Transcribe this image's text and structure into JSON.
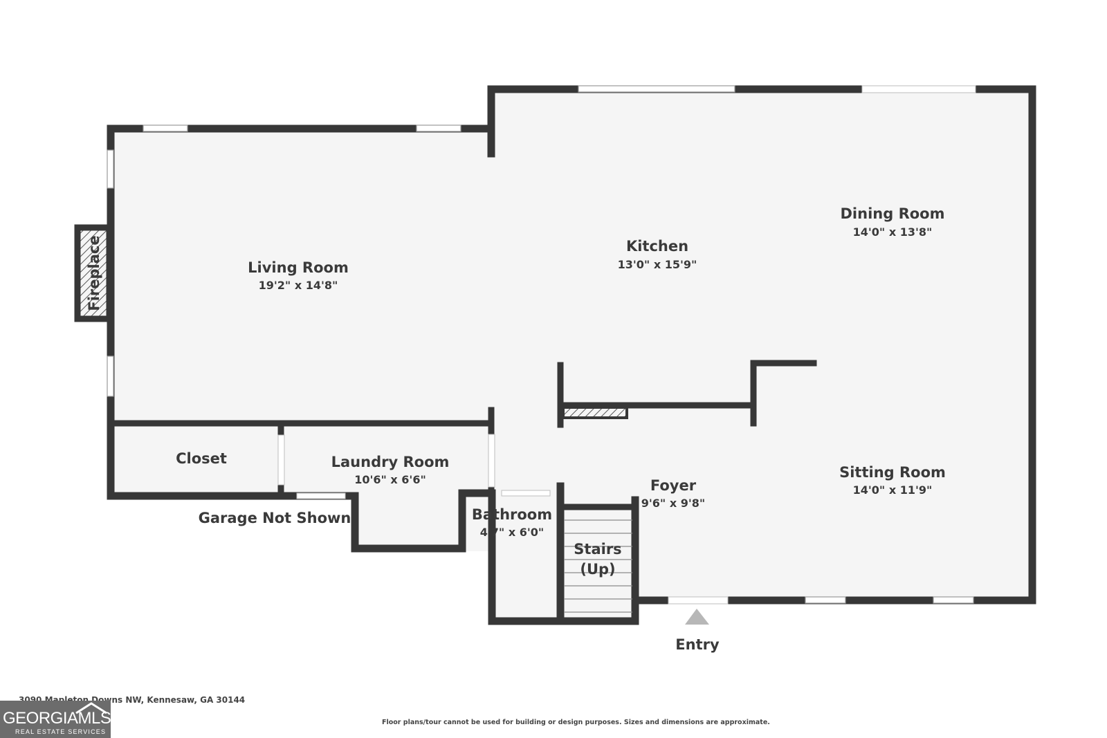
{
  "rooms": {
    "living_room": {
      "name": "Living Room",
      "dims": "19'2\" x 14'8\""
    },
    "kitchen": {
      "name": "Kitchen",
      "dims": "13'0\" x 15'9\""
    },
    "dining_room": {
      "name": "Dining Room",
      "dims": "14'0\" x 13'8\""
    },
    "closet": {
      "name": "Closet"
    },
    "laundry_room": {
      "name": "Laundry Room",
      "dims": "10'6\" x 6'6\""
    },
    "foyer": {
      "name": "Foyer",
      "dims": "9'6\" x 9'8\""
    },
    "sitting_room": {
      "name": "Sitting Room",
      "dims": "14'0\" x 11'9\""
    },
    "bathroom": {
      "name": "Bathroom",
      "dims": "4'7\" x 6'0\""
    },
    "stairs": {
      "line1": "Stairs",
      "line2": "(Up)"
    }
  },
  "labels": {
    "fireplace": "Fireplace",
    "garage": "Garage Not Shown",
    "entry": "Entry"
  },
  "footer": {
    "address": "3090 Mapleton Downs NW, Kennesaw, GA 30144",
    "disclaimer": "Floor plans/tour cannot be used for building or design purposes. Sizes and dimensions are approximate."
  },
  "logo": {
    "brand": "GEORGIAMLS",
    "tagline": "REAL ESTATE SERVICES"
  },
  "colors": {
    "wall": "#373737",
    "floor": "#f5f5f5",
    "text": "#3a3a3a",
    "logo_bg": "#6c6c6c"
  }
}
